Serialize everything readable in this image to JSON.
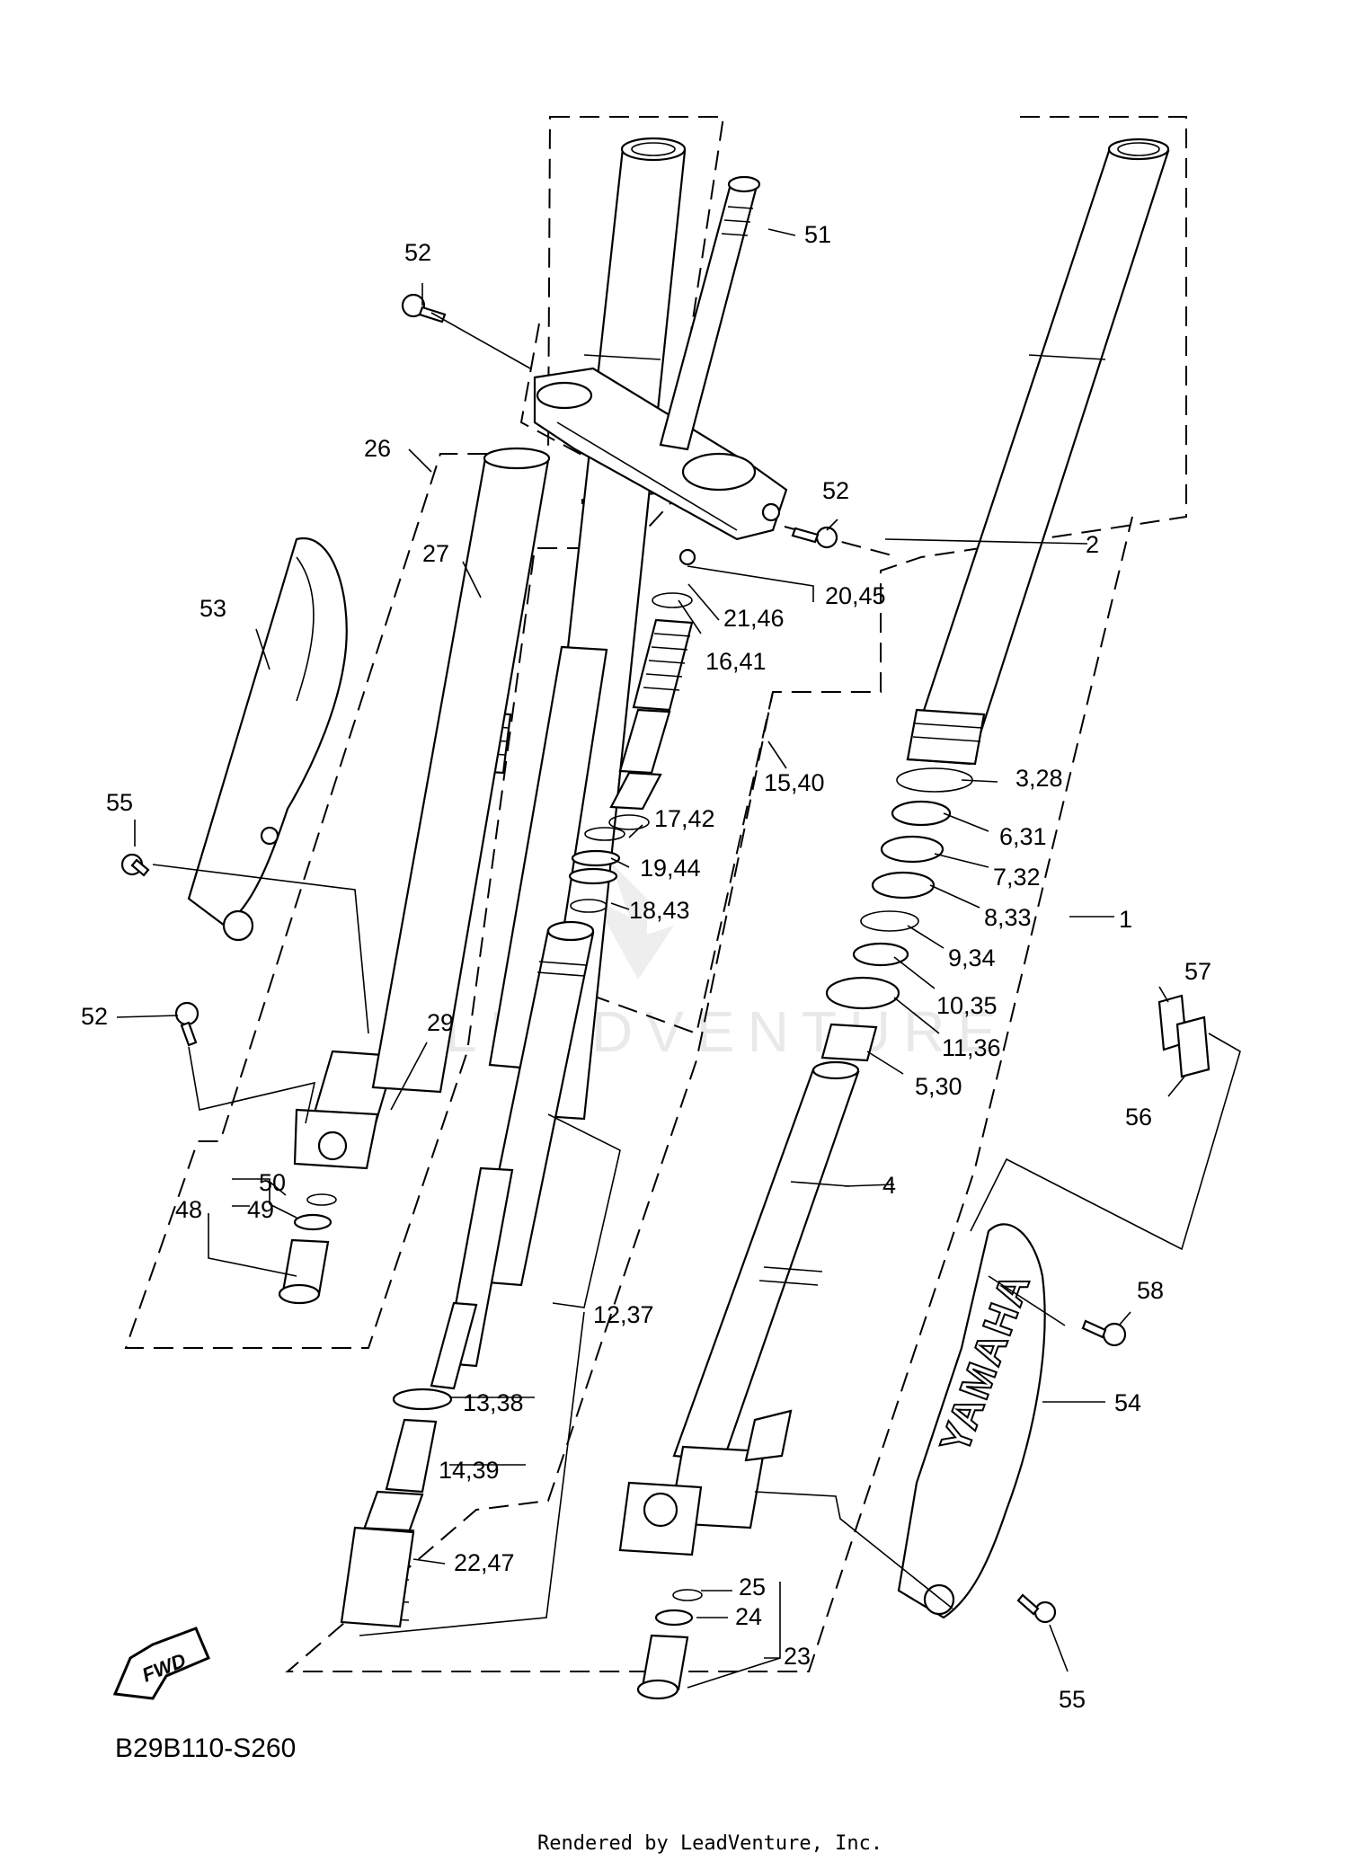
{
  "diagram": {
    "code": "B29B110-S260",
    "footer": "Rendered by LeadVenture, Inc.",
    "watermark": "LEADVENTURE",
    "fwd_label": "FWD",
    "brand": "YAMAHA"
  },
  "callouts": [
    {
      "id": "c1",
      "text": "1"
    },
    {
      "id": "c2",
      "text": "2"
    },
    {
      "id": "c3_28",
      "text": "3,28"
    },
    {
      "id": "c4",
      "text": "4"
    },
    {
      "id": "c5_30",
      "text": "5,30"
    },
    {
      "id": "c6_31",
      "text": "6,31"
    },
    {
      "id": "c7_32",
      "text": "7,32"
    },
    {
      "id": "c8_33",
      "text": "8,33"
    },
    {
      "id": "c9_34",
      "text": "9,34"
    },
    {
      "id": "c10_35",
      "text": "10,35"
    },
    {
      "id": "c11_36",
      "text": "11,36"
    },
    {
      "id": "c12_37",
      "text": "12,37"
    },
    {
      "id": "c13_38",
      "text": "13,38"
    },
    {
      "id": "c14_39",
      "text": "14,39"
    },
    {
      "id": "c15_40",
      "text": "15,40"
    },
    {
      "id": "c16_41",
      "text": "16,41"
    },
    {
      "id": "c17_42",
      "text": "17,42"
    },
    {
      "id": "c18_43",
      "text": "18,43"
    },
    {
      "id": "c19_44",
      "text": "19,44"
    },
    {
      "id": "c20_45",
      "text": "20,45"
    },
    {
      "id": "c21_46",
      "text": "21,46"
    },
    {
      "id": "c22_47",
      "text": "22,47"
    },
    {
      "id": "c23",
      "text": "23"
    },
    {
      "id": "c24",
      "text": "24"
    },
    {
      "id": "c25",
      "text": "25"
    },
    {
      "id": "c26",
      "text": "26"
    },
    {
      "id": "c27",
      "text": "27"
    },
    {
      "id": "c29",
      "text": "29"
    },
    {
      "id": "c48",
      "text": "48"
    },
    {
      "id": "c49",
      "text": "49"
    },
    {
      "id": "c50",
      "text": "50"
    },
    {
      "id": "c51",
      "text": "51"
    },
    {
      "id": "c52a",
      "text": "52"
    },
    {
      "id": "c52b",
      "text": "52"
    },
    {
      "id": "c52c",
      "text": "52"
    },
    {
      "id": "c53",
      "text": "53"
    },
    {
      "id": "c54",
      "text": "54"
    },
    {
      "id": "c55a",
      "text": "55"
    },
    {
      "id": "c55b",
      "text": "55"
    },
    {
      "id": "c56",
      "text": "56"
    },
    {
      "id": "c57",
      "text": "57"
    },
    {
      "id": "c58",
      "text": "58"
    }
  ]
}
